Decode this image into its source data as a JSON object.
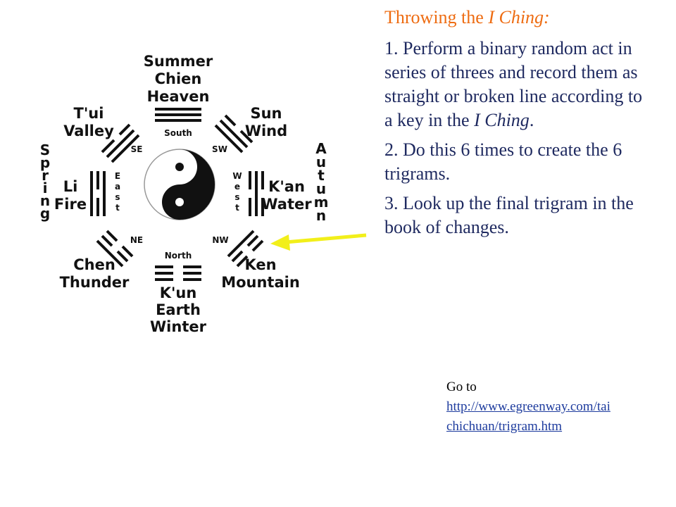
{
  "diagram": {
    "top_label": [
      "Summer",
      "Chien",
      "Heaven"
    ],
    "bottom_label": [
      "K'un",
      "Earth",
      "Winter"
    ],
    "south": "South",
    "north": "North",
    "ne_label": [
      "Chen",
      "Thunder"
    ],
    "nw_label": [
      "Ken",
      "Mountain"
    ],
    "se_label": [
      "T'ui",
      "Valley"
    ],
    "sw_label": [
      "Sun",
      "Wind"
    ],
    "west_label": [
      "Li",
      "Fire"
    ],
    "east_label": [
      "K'an",
      "Water"
    ],
    "dir_se": "SE",
    "dir_sw": "SW",
    "dir_ne": "NE",
    "dir_nw": "NW",
    "east_letters": [
      "E",
      "a",
      "s",
      "t"
    ],
    "west_letters": [
      "W",
      "e",
      "s",
      "t"
    ],
    "spring_letters": [
      "S",
      "p",
      "r",
      "i",
      "n",
      "g"
    ],
    "autumn_letters": [
      "A",
      "u",
      "t",
      "u",
      "m",
      "n"
    ],
    "arrow_color": "#f2ef1a"
  },
  "text": {
    "heading_prefix": "Throwing the ",
    "heading_italic": "I Ching:",
    "step1_prefix": "1. Perform a binary random act in series of threes and record them as  straight or broken line according to a key in the ",
    "step1_italic": "I Ching",
    "step1_suffix": ".",
    "step2": "2. Do this 6 times to create the 6 trigrams.",
    "step3": "3. Look up the final trigram in the book of changes.",
    "heading_color": "#ee6c12",
    "body_color": "#1f2a60"
  },
  "link": {
    "goto": "Go to",
    "url_line1": "http://www.egreenway.com/tai",
    "url_line2": "chichuan/trigram.htm",
    "link_color": "#1e3c9e"
  }
}
